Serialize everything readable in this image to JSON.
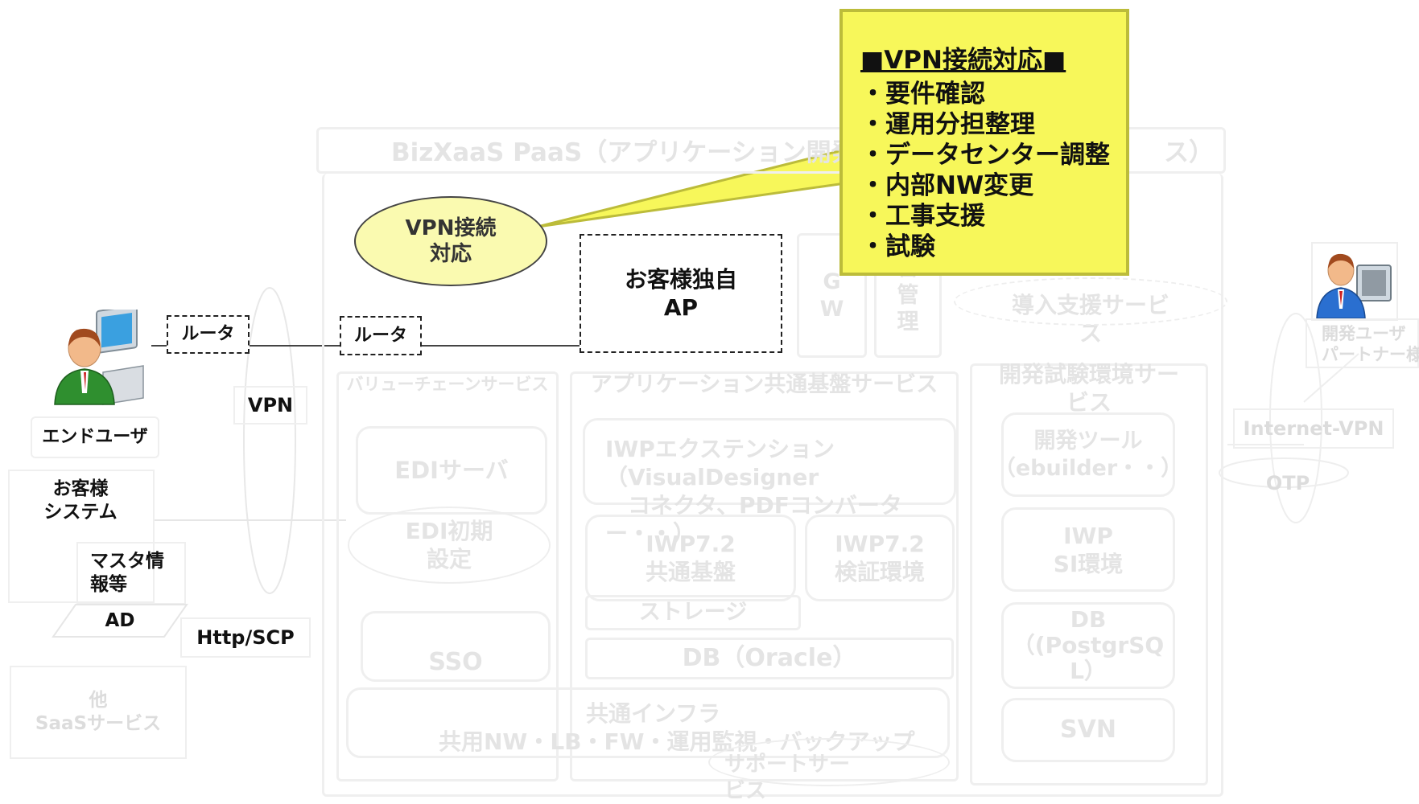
{
  "platform": {
    "title": "BizXaaS PaaS（アプリケーション開発",
    "title_tail": "ス）"
  },
  "callout": {
    "title": "■VPN接続対応■",
    "items": [
      "・要件確認",
      "・運用分担整理",
      "・データセンター調整",
      "・内部NW変更",
      "・工事支援",
      "・試験"
    ]
  },
  "vpn_ellipse": {
    "label": "VPN接続\n対応"
  },
  "customer_ap": {
    "label": "お客様独自\nAP"
  },
  "routers": {
    "left": "ルータ",
    "right": "ルータ"
  },
  "end_user": {
    "label": "エンドユーザ"
  },
  "customer_system": {
    "label": "お客様\nシステム"
  },
  "master_info": {
    "label": "マスタ情\n報等"
  },
  "ad": {
    "label": "AD"
  },
  "protocols": {
    "vpn": "VPN",
    "http_scp": "Http/SCP"
  },
  "other_saas": {
    "label": "他\nSaaSサービス"
  },
  "faint": {
    "gw": "G\nW",
    "mgmt": "書\n管\n理",
    "intro_support": "導入支援サービ\nス",
    "dev_test_env": "開発試験環境サー\nビス",
    "dev_tools": "開発ツール\n（ebuilder・・）",
    "iwp_si": "IWP\nSI環境",
    "db_pg": "DB\n（(PostgrSQ\nL）",
    "svn": "SVN",
    "value_chain": "バリューチェーンサービス",
    "edi_server": "EDIサーバ",
    "edi_init": "EDI初期\n設定",
    "sso": "SSO",
    "app_common": "アプリケーション共通基盤サービス",
    "iwp_ext": "IWPエクステンション\n（VisualDesigner\n　コネクタ、PDFコンバーター・・）",
    "iwp_common": "IWP7.2\n共通基盤",
    "iwp_verify": "IWP7.2\n検証環境",
    "storage": "ストレージ",
    "db_oracle": "DB（Oracle）",
    "common_infra": "共通インフラ",
    "common_nw": "共用NW・LB・FW・運用監視・バックアップ",
    "support_service": "サポートサー\nビス",
    "dev_user": "開発ユーザ\nパートナー様",
    "internet_vpn": "Internet-VPN",
    "otp": "OTP"
  }
}
